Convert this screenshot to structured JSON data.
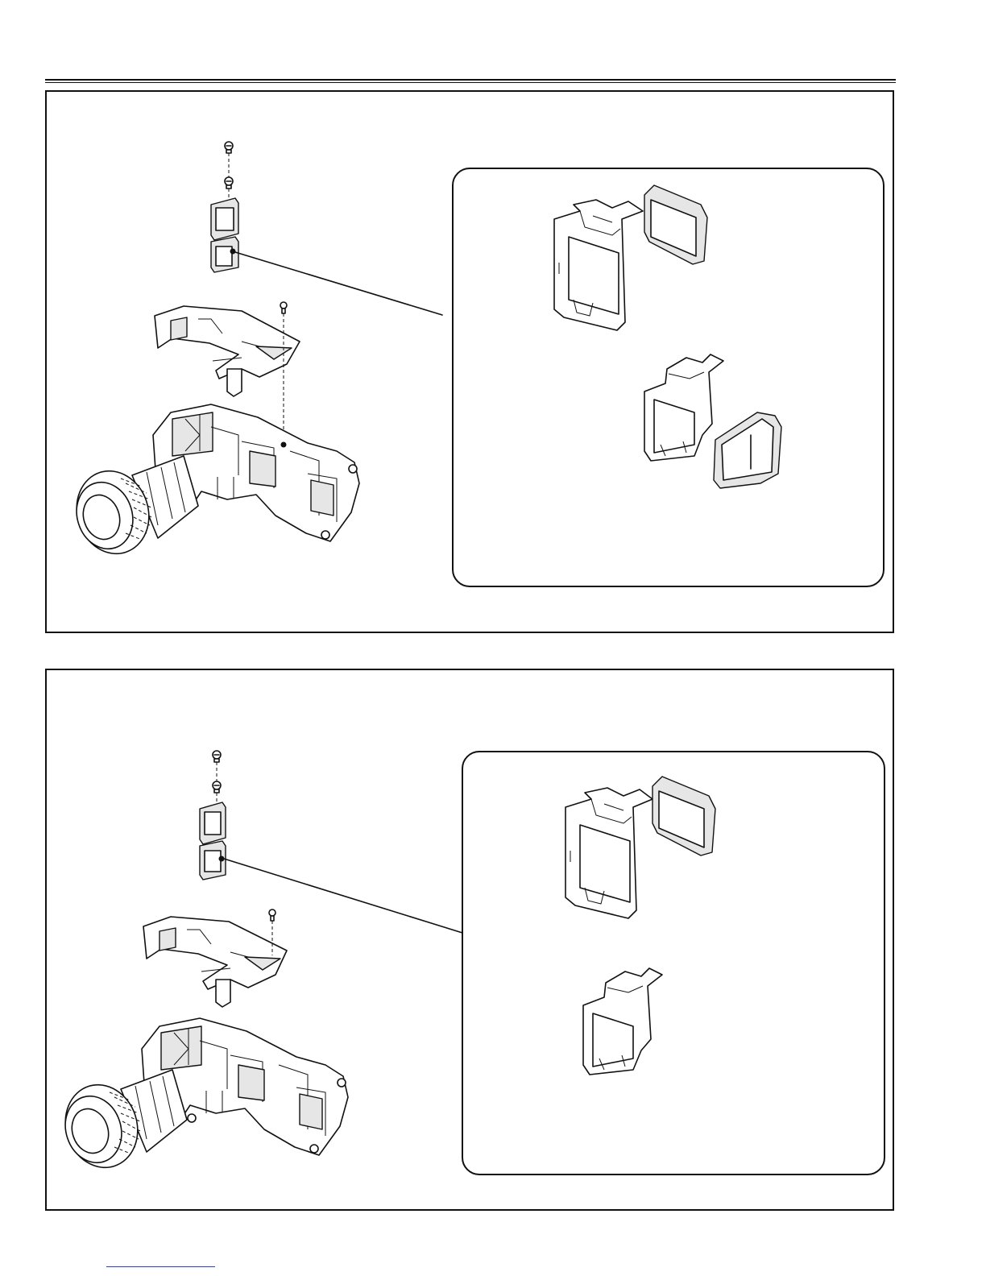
{
  "page": {
    "header_rule": "double",
    "panels": [
      {
        "id": "panel-1",
        "exploded_parts": [
          "screw-icon",
          "screw-icon",
          "filter-holder-assembly",
          "bracket-plate",
          "screw-icon",
          "optical-engine-base",
          "projection-lens"
        ],
        "inset_parts": [
          "filter-holder-frame",
          "optical-filter-glass",
          "filter-holder-frame",
          "optical-filter-glass"
        ]
      },
      {
        "id": "panel-2",
        "exploded_parts": [
          "screw-icon",
          "screw-icon",
          "filter-holder-assembly",
          "bracket-plate",
          "screw-icon",
          "optical-engine-base",
          "projection-lens"
        ],
        "inset_parts": [
          "filter-holder-frame",
          "optical-filter-glass",
          "filter-holder-frame"
        ]
      }
    ],
    "footer_link_color": "#2a3fd0"
  }
}
